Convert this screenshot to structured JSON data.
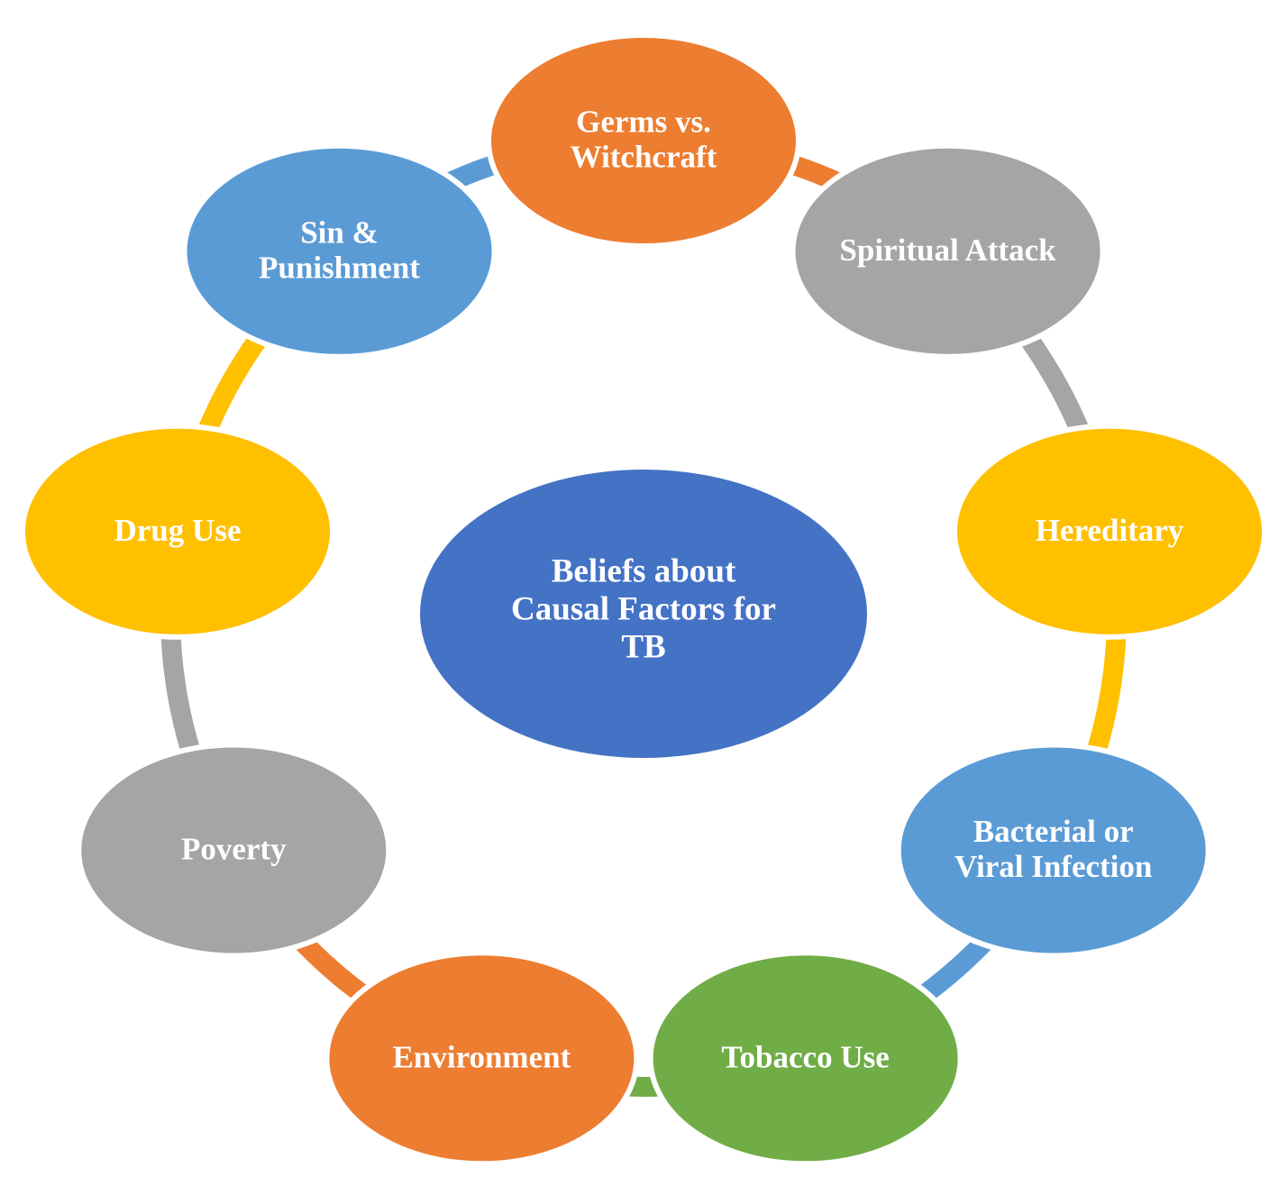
{
  "center": {
    "lines": [
      "Beliefs about",
      "Causal Factors for",
      "TB"
    ],
    "color": "#4472C4"
  },
  "nodes": [
    {
      "id": "germs-vs-witchcraft",
      "lines": [
        "Germs vs.",
        "Witchcraft"
      ],
      "color": "#ED7D31"
    },
    {
      "id": "spiritual-attack",
      "lines": [
        "Spiritual Attack"
      ],
      "color": "#A5A5A5"
    },
    {
      "id": "hereditary",
      "lines": [
        "Hereditary"
      ],
      "color": "#FFC000"
    },
    {
      "id": "bacterial-or-viral-infection",
      "lines": [
        "Bacterial or",
        "Viral Infection"
      ],
      "color": "#5B9BD5"
    },
    {
      "id": "tobacco-use",
      "lines": [
        "Tobacco Use"
      ],
      "color": "#70AD47"
    },
    {
      "id": "environment",
      "lines": [
        "Environment"
      ],
      "color": "#ED7D31"
    },
    {
      "id": "poverty",
      "lines": [
        "Poverty"
      ],
      "color": "#A5A5A5"
    },
    {
      "id": "drug-use",
      "lines": [
        "Drug Use"
      ],
      "color": "#FFC000"
    },
    {
      "id": "sin-and-punishment",
      "lines": [
        "Sin &",
        "Punishment"
      ],
      "color": "#5B9BD5"
    }
  ]
}
